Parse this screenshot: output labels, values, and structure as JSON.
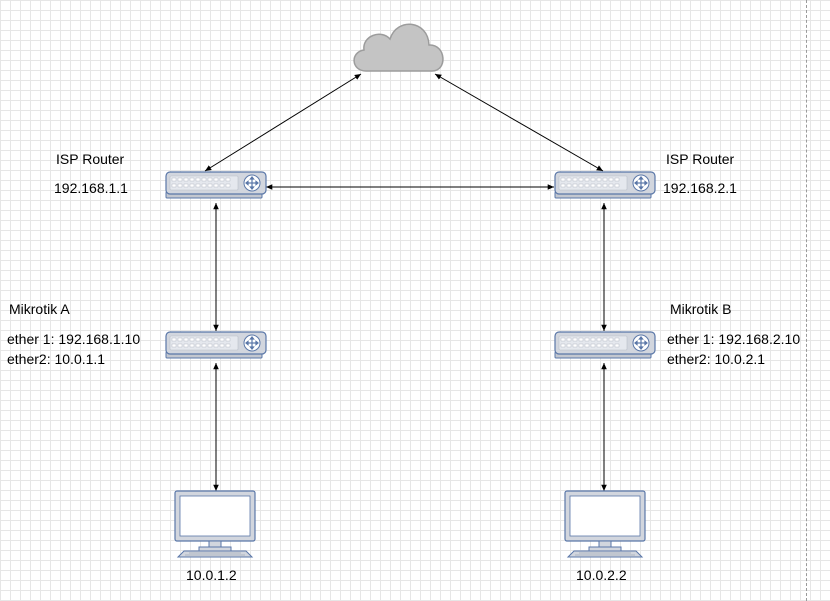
{
  "diagram": {
    "nodes": {
      "internet": {
        "icon": "cloud-icon"
      },
      "isp_router_a": {
        "icon": "router-icon",
        "title": "ISP Router",
        "ip": "192.168.1.1"
      },
      "isp_router_b": {
        "icon": "router-icon",
        "title": "ISP Router",
        "ip": "192.168.2.1"
      },
      "mikrotik_a": {
        "icon": "router-icon",
        "title": "Mikrotik A",
        "ether1": "ether 1: 192.168.1.10",
        "ether2": "ether2: 10.0.1.1"
      },
      "mikrotik_b": {
        "icon": "router-icon",
        "title": "Mikrotik B",
        "ether1": "ether 1: 192.168.2.10",
        "ether2": "ether2: 10.0.2.1"
      },
      "pc_a": {
        "icon": "desktop-pc-icon",
        "ip": "10.0.1.2"
      },
      "pc_b": {
        "icon": "desktop-pc-icon",
        "ip": "10.0.2.2"
      }
    },
    "edges": [
      {
        "from": "internet",
        "to": "isp_router_a",
        "arrows": "both"
      },
      {
        "from": "internet",
        "to": "isp_router_b",
        "arrows": "both"
      },
      {
        "from": "isp_router_a",
        "to": "isp_router_b",
        "arrows": "both"
      },
      {
        "from": "isp_router_a",
        "to": "mikrotik_a",
        "arrows": "both"
      },
      {
        "from": "isp_router_b",
        "to": "mikrotik_b",
        "arrows": "both"
      },
      {
        "from": "mikrotik_a",
        "to": "pc_a",
        "arrows": "both"
      },
      {
        "from": "mikrotik_b",
        "to": "pc_b",
        "arrows": "both"
      }
    ],
    "colors": {
      "device_fill": "#d2d6de",
      "device_stroke": "#5a77a8",
      "cloud_fill": "#c4c4c4",
      "cloud_stroke": "#9c9c9c",
      "screen_fill": "#ffffff",
      "grid": "#e6e6e6"
    }
  }
}
